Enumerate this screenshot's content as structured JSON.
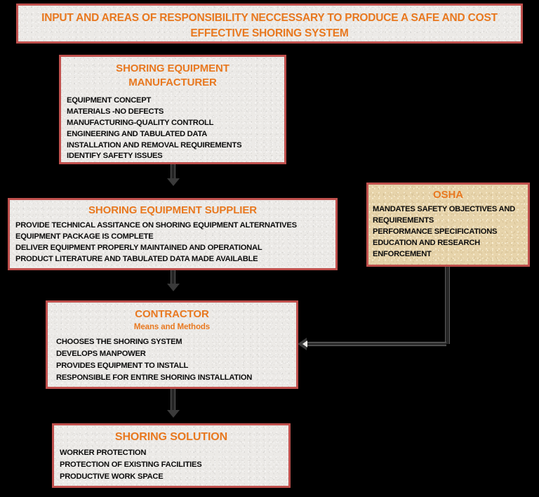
{
  "diagram": {
    "title": "INPUT AND AREAS OF RESPONSIBILITY NECCESSARY TO PRODUCE A SAFE AND COST EFFECTIVE SHORING SYSTEM",
    "colors": {
      "heading_orange": "#e8781f",
      "box_border_red": "#c0504d",
      "box_fill_white": "#eceae7",
      "box_fill_tan": "#e7d4ab",
      "background": "#000000",
      "body_text": "#0c0c0c",
      "connector": "#303030"
    },
    "nodes": [
      {
        "id": "manufacturer",
        "heading_line1": "SHORING EQUIPMENT",
        "heading_line2": "MANUFACTURER",
        "items": [
          "EQUIPMENT CONCEPT",
          "MATERIALS -NO DEFECTS",
          "MANUFACTURING-QUALITY CONTROLL",
          "ENGINEERING AND TABULATED DATA",
          "INSTALLATION AND REMOVAL REQUIREMENTS",
          "IDENTIFY SAFETY ISSUES"
        ]
      },
      {
        "id": "supplier",
        "heading_line1": "SHORING EQUIPMENT SUPPLIER",
        "items": [
          "PROVIDE TECHNICAL ASSITANCE ON SHORING EQUIPMENT ALTERNATIVES",
          "EQUIPMENT PACKAGE IS COMPLETE",
          "DELIVER EQUIPMENT PROPERLY MAINTAINED AND OPERATIONAL",
          "PRODUCT LITERATURE AND TABULATED DATA MADE AVAILABLE"
        ]
      },
      {
        "id": "osha",
        "heading_line1": "OSHA",
        "items": [
          "MANDATES SAFETY OBJECTIVES AND",
          "REQUIREMENTS",
          "PERFORMANCE SPECIFICATIONS",
          "EDUCATION  AND RESEARCH",
          "ENFORCEMENT"
        ]
      },
      {
        "id": "contractor",
        "heading_line1": "CONTRACTOR",
        "subheading": "Means and Methods",
        "items": [
          "CHOOSES THE SHORING SYSTEM",
          "DEVELOPS  MANPOWER",
          "PROVIDES  EQUIPMENT  TO INSTALL",
          "RESPONSIBLE FOR ENTIRE SHORING INSTALLATION"
        ]
      },
      {
        "id": "solution",
        "heading_line1": "SHORING SOLUTION",
        "items": [
          "WORKER  PROTECTION",
          "PROTECTION  OF EXISTING FACILITIES",
          "PRODUCTIVE  WORK SPACE"
        ]
      }
    ],
    "connectors": [
      {
        "id": "mfr-to-supplier",
        "from": "manufacturer",
        "to": "supplier",
        "direction": "down"
      },
      {
        "id": "supplier-to-contractor",
        "from": "supplier",
        "to": "contractor",
        "direction": "down"
      },
      {
        "id": "contractor-to-solution",
        "from": "contractor",
        "to": "solution",
        "direction": "down"
      },
      {
        "id": "osha-to-contractor",
        "from": "osha",
        "to": "contractor",
        "direction": "left"
      }
    ]
  }
}
